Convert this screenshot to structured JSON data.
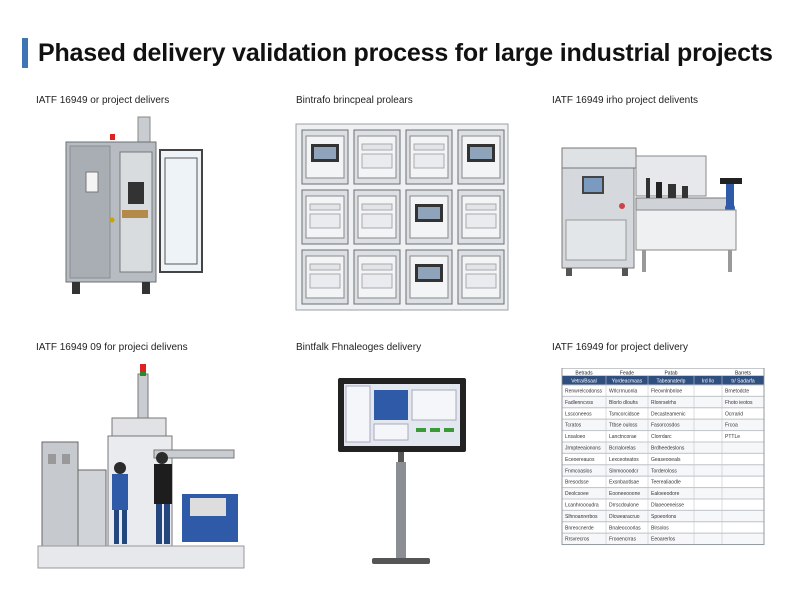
{
  "title": "Phased delivery validation process for large industrial projects",
  "captions": [
    "IATF 16949 or project delivers",
    "Bintrafo brincpeal prolears",
    "IATF 16949 irho project delivents",
    "IATF 16949 09 for projeci delivens",
    "Bintfalk Fhnaleoges delivery",
    "IATF 16949 for project delivery"
  ],
  "table": {
    "headers": [
      "Betrads",
      "Feade",
      "Patab",
      "",
      "Barrets"
    ],
    "subheaders": [
      "Vetra/Bsaal",
      "Yordeacmaas",
      "Tabeanaterlp",
      "Ird llo",
      "tr/ Sadarfa"
    ],
    "rows": [
      [
        "Renwrelcodonss",
        "Wrlcrrnuonla",
        "Fleovnlnbnloe",
        "",
        "Brnetodcte"
      ],
      [
        "Fadlenncvss",
        "Blorlo dlouhs",
        "Rlonrselrhs",
        "",
        "Fhoto ieotos"
      ],
      [
        "Lssconeeos",
        "Tsmcorcidsoe",
        "Decasteamenic",
        "",
        "Ocrrarid"
      ],
      [
        "Tcratos",
        "Ttbse ouloss",
        "Fasorcosdos",
        "",
        "Frcoa"
      ],
      [
        "Lnsaloeo",
        "Lanctncorae",
        "Clorrdarc",
        "",
        "PTTLe"
      ],
      [
        "Jrmpteeaionons",
        "Bcrralorelas",
        "Brdheedeslons",
        "",
        ""
      ],
      [
        "Eceoereauos",
        "Lexceoteatos",
        "Geaseooeals",
        "",
        ""
      ],
      [
        "Fnmcoaslos",
        "Slnmoooodcr",
        "Torderoloss",
        "",
        ""
      ],
      [
        "Bresodsse",
        "Exsnbaotlsae",
        "Teerealiaodle",
        "",
        ""
      ],
      [
        "Deolcsoee",
        "Eooneeooone",
        "Ealoeeodore",
        "",
        ""
      ],
      [
        "Lcanhroooudra",
        "Drrscdoulone",
        "Dlaoeoeneisse",
        "",
        ""
      ],
      [
        "Slhnoanrerbos",
        "Dlcwearacruo",
        "Spoeorlons",
        "",
        ""
      ],
      [
        "Bnreocnerde",
        "Bnaleocoorlas",
        "Blrsolos",
        "",
        ""
      ],
      [
        "Rrsvrecros",
        "Frooencrras",
        "Eeoarerlos",
        "",
        ""
      ]
    ]
  },
  "colors": {
    "accent": "#3f74b5",
    "tableHeader": "#2f4f7f",
    "equipBlue": "#2f5aa8"
  }
}
